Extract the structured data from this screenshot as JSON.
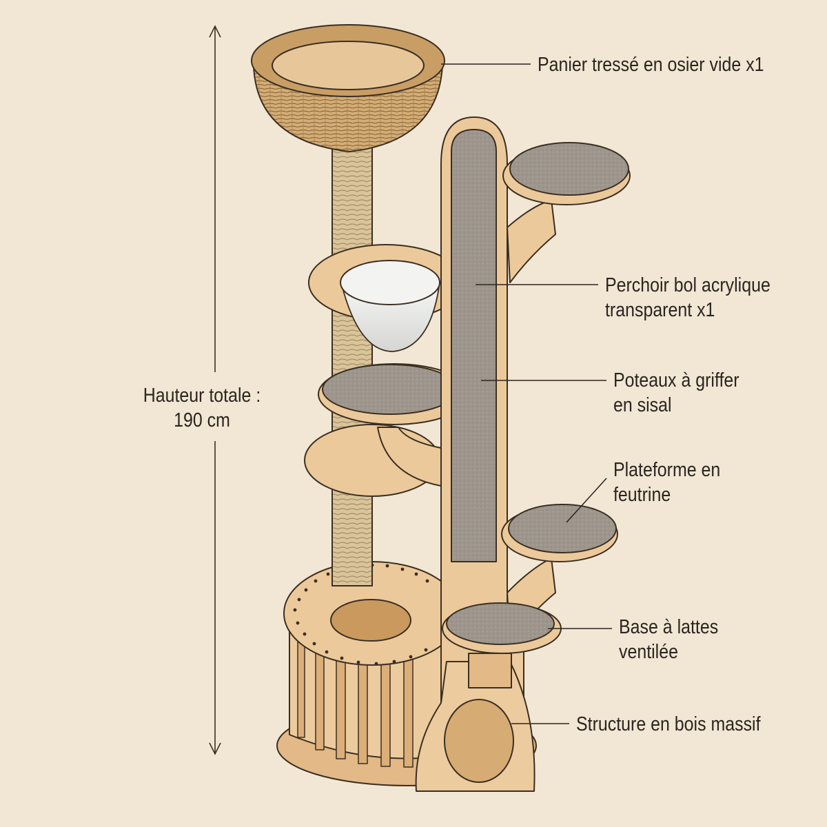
{
  "height_label": {
    "line1": "Hauteur totale :",
    "line2": "190 cm"
  },
  "callouts": [
    {
      "id": "basket",
      "lines": [
        "Panier tressé en osier vide x1"
      ]
    },
    {
      "id": "bowl",
      "lines": [
        "Perchoir bol acrylique",
        "transparent x1"
      ]
    },
    {
      "id": "sisal",
      "lines": [
        "Poteaux à griffer",
        "en sisal"
      ]
    },
    {
      "id": "felt",
      "lines": [
        "Plateforme en",
        "feutrine"
      ]
    },
    {
      "id": "base",
      "lines": [
        "Base à lattes",
        "ventilée"
      ]
    },
    {
      "id": "wood",
      "lines": [
        "Structure en bois massif"
      ]
    }
  ],
  "colors": {
    "background": "#f2e6d4",
    "wood": "#ecc99a",
    "wood_dark": "#d7ab74",
    "felt": "#9e968c",
    "sisal": "#d9c49b",
    "wicker": "#d1aa72",
    "outline": "#3a2e22"
  }
}
